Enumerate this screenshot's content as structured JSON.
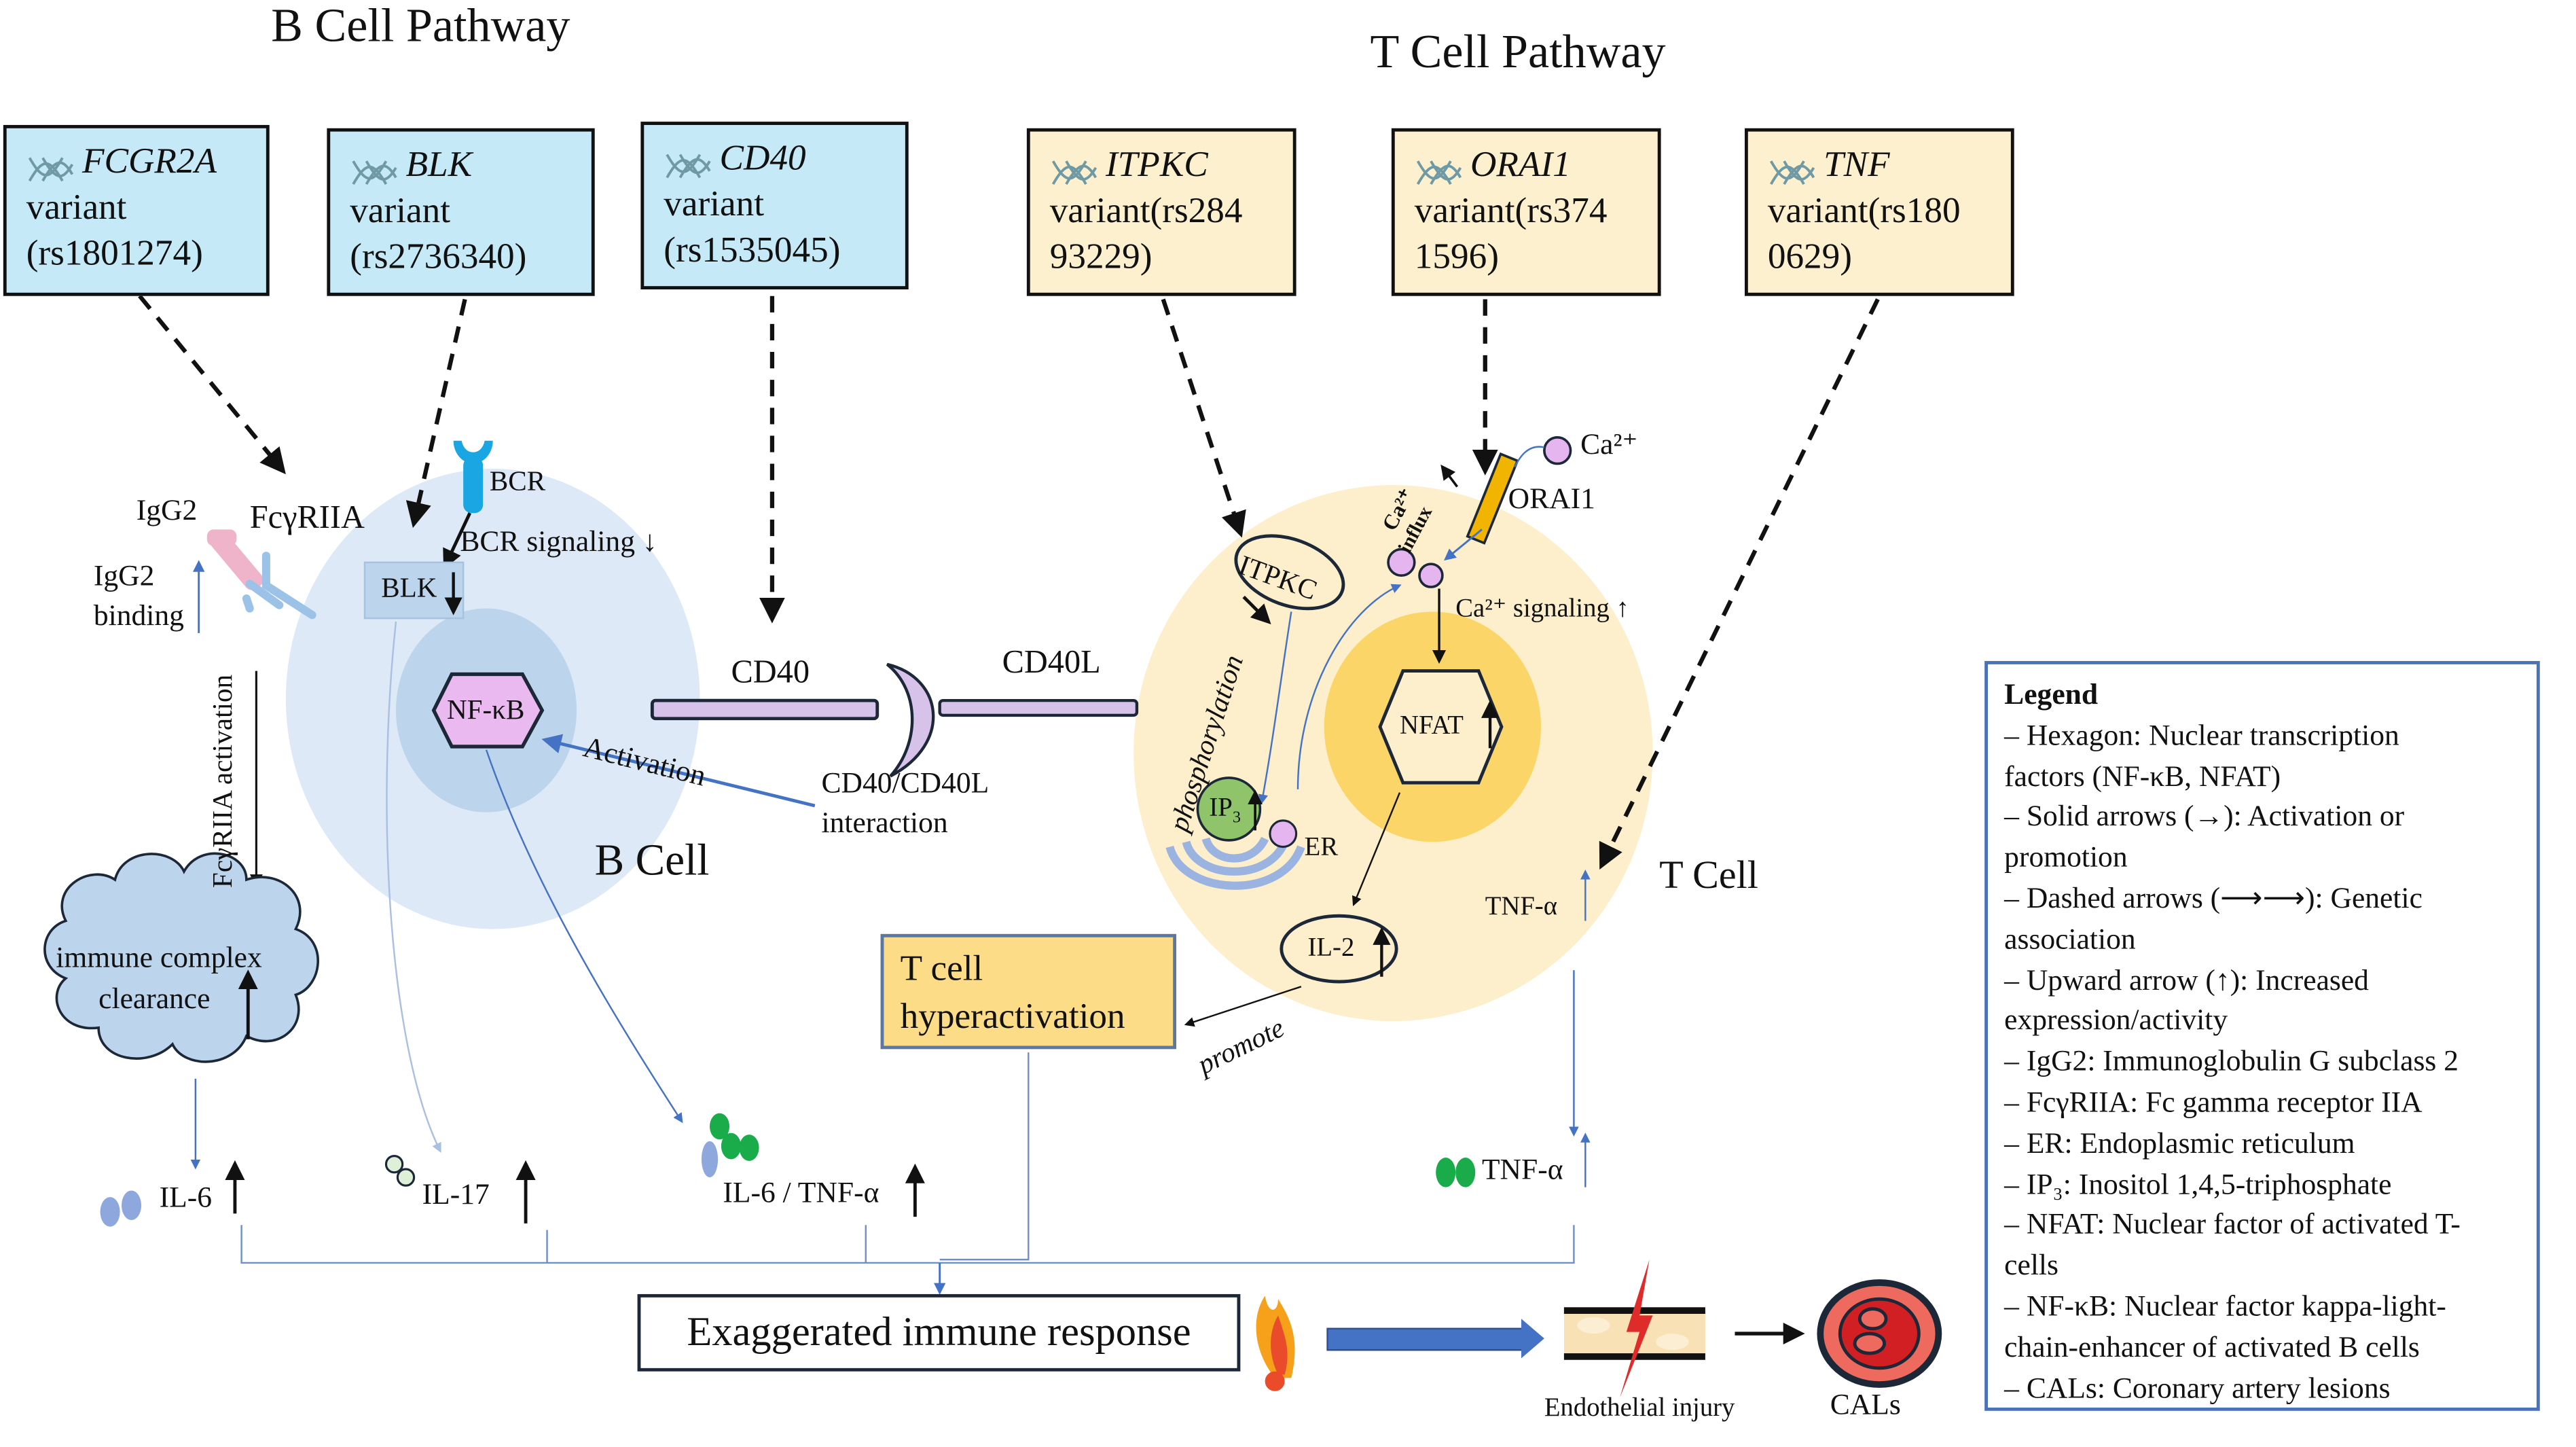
{
  "titles": {
    "b_pathway": "B Cell Pathway",
    "t_pathway": "T Cell Pathway"
  },
  "gene_boxes": [
    {
      "gene": "FCGR2A",
      "line1": "variant",
      "line2": "(rs1801274)",
      "group": "B"
    },
    {
      "gene": "BLK",
      "line1": "variant",
      "line2": "(rs2736340)",
      "group": "B"
    },
    {
      "gene": "CD40",
      "line1": "variant",
      "line2": "(rs1535045)",
      "group": "B"
    },
    {
      "gene": "ITPKC",
      "line1": "variant(rs284",
      "line2": "93229)",
      "group": "T"
    },
    {
      "gene": "ORAI1",
      "line1": "variant(rs374",
      "line2": "1596)",
      "group": "T"
    },
    {
      "gene": "TNF",
      "line1": "variant(rs180",
      "line2": "0629)",
      "group": "T"
    }
  ],
  "b_cell": {
    "label": "B Cell",
    "igg2": "IgG2",
    "fcgr": "FcγRIIA",
    "bcr": "BCR",
    "bcr_signaling": "BCR signaling ↓",
    "blk": "BLK",
    "nfkb": "NF-κB",
    "igg2_binding_1": "IgG2",
    "igg2_binding_2": "binding",
    "fcgr_activation": "FcγRIIA activation",
    "activation": "Activation",
    "clearance_1": "immune complex",
    "clearance_2": "clearance"
  },
  "interaction": {
    "cd40": "CD40",
    "cd40l": "CD40L",
    "label_1": "CD40/CD40L",
    "label_2": "interaction"
  },
  "t_cell": {
    "label": "T Cell",
    "itpkc": "ITPKC",
    "phosphorylation": "phosphorylation",
    "ca_influx_1": "Ca²⁺",
    "ca_influx_2": "influx",
    "ca_ion": "Ca²⁺",
    "orai1": "ORAI1",
    "ca_signaling": "Ca²⁺ signaling ↑",
    "nfat": "NFAT",
    "ip3": "IP",
    "ip3_sub": "3",
    "er": "ER",
    "il2": "IL-2",
    "tnf_inside": "TNF-α",
    "promote": "promote",
    "hyper_1": "T cell",
    "hyper_2": "hyperactivation"
  },
  "cytokines": {
    "il6": "IL-6",
    "il17": "IL-17",
    "il6_tnf": "IL-6 / TNF-α",
    "tnf": "TNF-α"
  },
  "outcome": {
    "response": "Exaggerated immune response",
    "endothelial": "Endothelial injury",
    "cals": "CALs"
  },
  "legend": {
    "title": "Legend",
    "lines": [
      "– Hexagon: Nuclear transcription",
      "factors (NF-κB, NFAT)",
      "– Solid arrows (→): Activation or",
      "promotion",
      "– Dashed arrows (⟶⟶): Genetic",
      "association",
      "– Upward arrow (↑): Increased",
      "expression/activity",
      "– IgG2: Immunoglobulin G subclass 2",
      "– FcγRIIA: Fc gamma receptor IIA",
      "– ER: Endoplasmic reticulum",
      "– IP₃: Inositol 1,4,5-triphosphate",
      "– NFAT: Nuclear factor of activated T-",
      "cells",
      "– NF-κB: Nuclear factor kappa-light-",
      "chain-enhancer of activated B cells",
      "– CALs: Coronary artery lesions"
    ]
  },
  "colors": {
    "b_box": "#c5e9f7",
    "t_box": "#fdf0cf",
    "b_cell_outer": "#dde9f6",
    "b_cell_inner": "#bcd5ec",
    "t_cell_outer": "#fdefcc",
    "t_cell_inner": "#fcd568",
    "arrow_blue": "#4472c4",
    "nfkb_fill": "#e9b9ef",
    "cd40_fill": "#d7c2ea"
  }
}
